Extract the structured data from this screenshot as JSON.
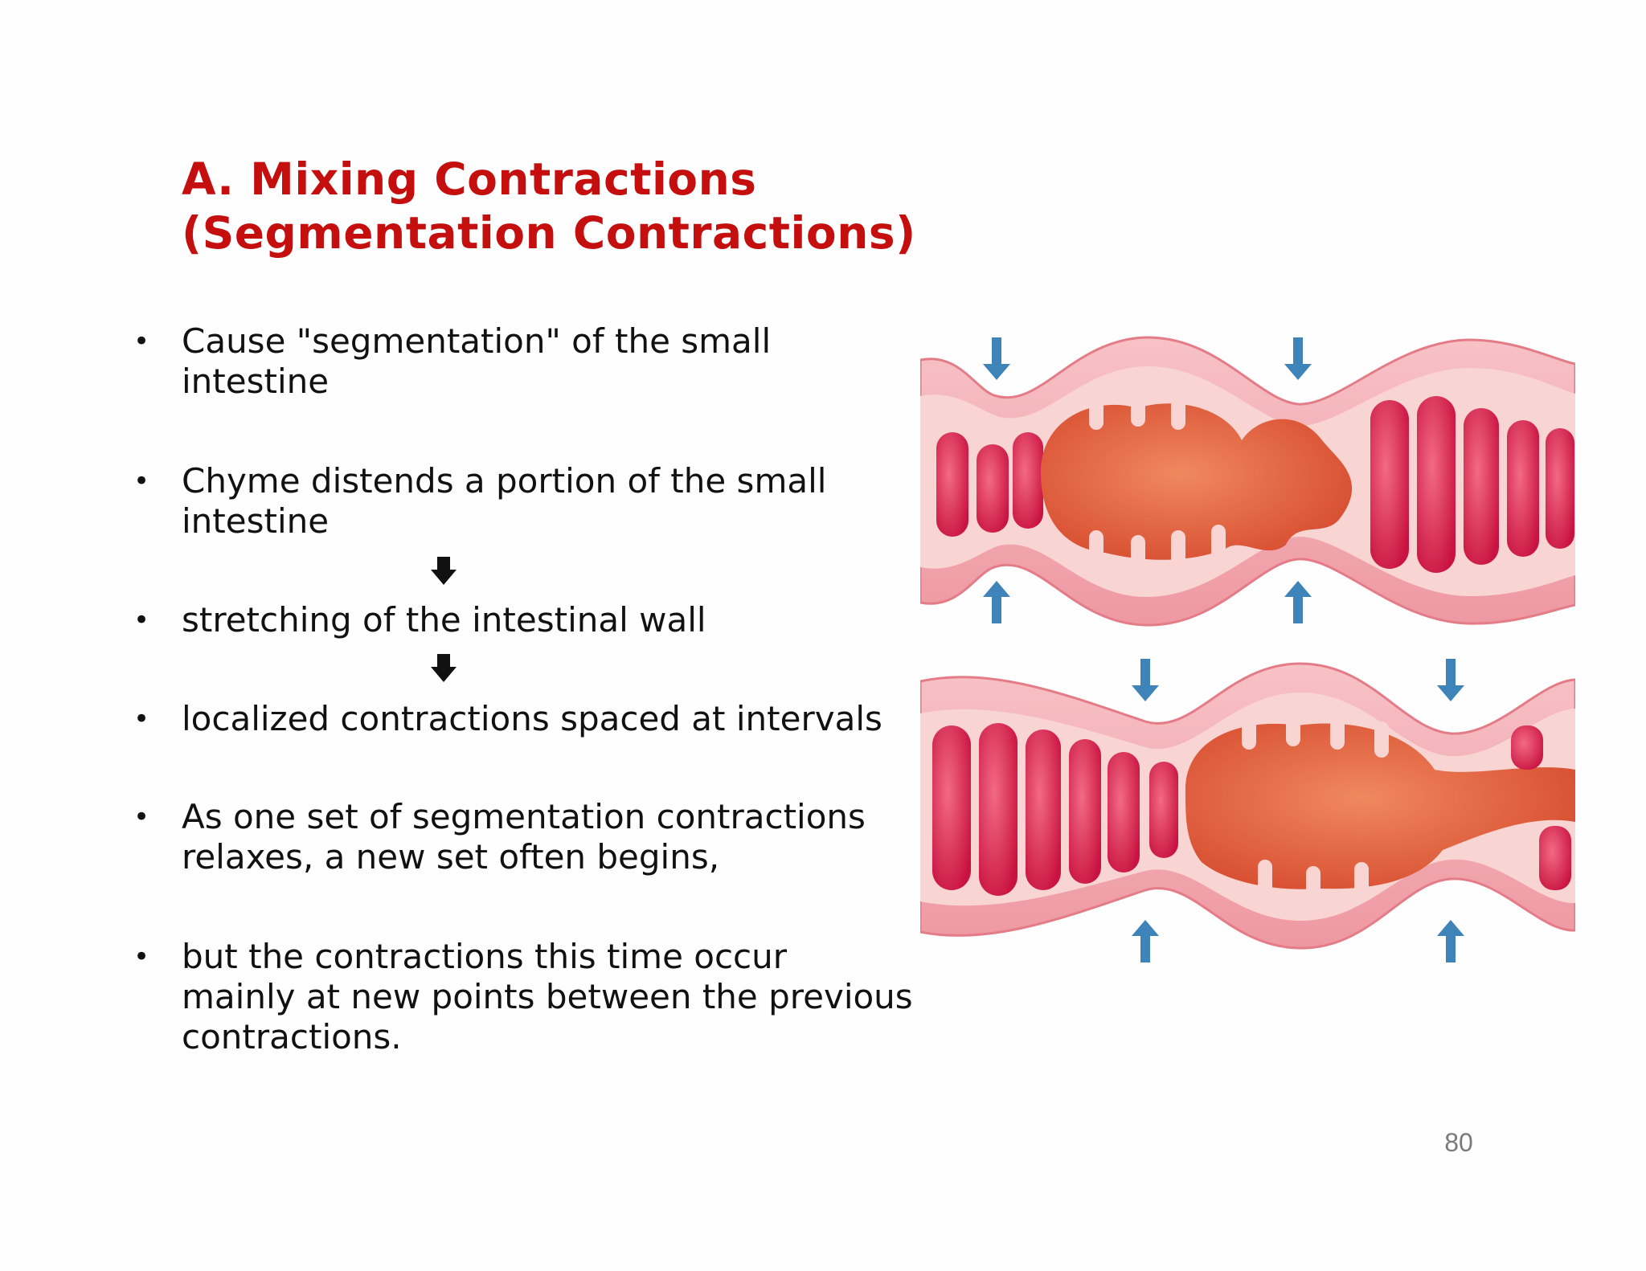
{
  "slide": {
    "title_line1": "A. Mixing Contractions",
    "title_line2": "(Segmentation Contractions)",
    "bullets": [
      {
        "marker": "•",
        "text": "Cause \"segmentation\" of the small\nintestine"
      },
      {
        "marker": "•",
        "text": "Chyme distends a portion of the small\nintestine"
      },
      {
        "marker": "•",
        "text": "stretching of the intestinal wall"
      },
      {
        "marker": "•",
        "text": "localized contractions spaced at intervals"
      },
      {
        "marker": "•",
        "text": "As one set of segmentation contractions\nrelaxes, a new set often begins,"
      },
      {
        "marker": "•",
        "text": "but the contractions this time occur\nmainly at new points between the previous\ncontractions."
      }
    ],
    "page_number": "80"
  },
  "colors": {
    "title": "#c50f0f",
    "text": "#111111",
    "intestine_wall": "#f3a9b0",
    "intestine_fold": "#d81e4a",
    "chyme": "#e15a3a",
    "arrow": "#3f84b8"
  },
  "icons": [
    "down-arrow-icon",
    "contraction-arrow-icon"
  ]
}
